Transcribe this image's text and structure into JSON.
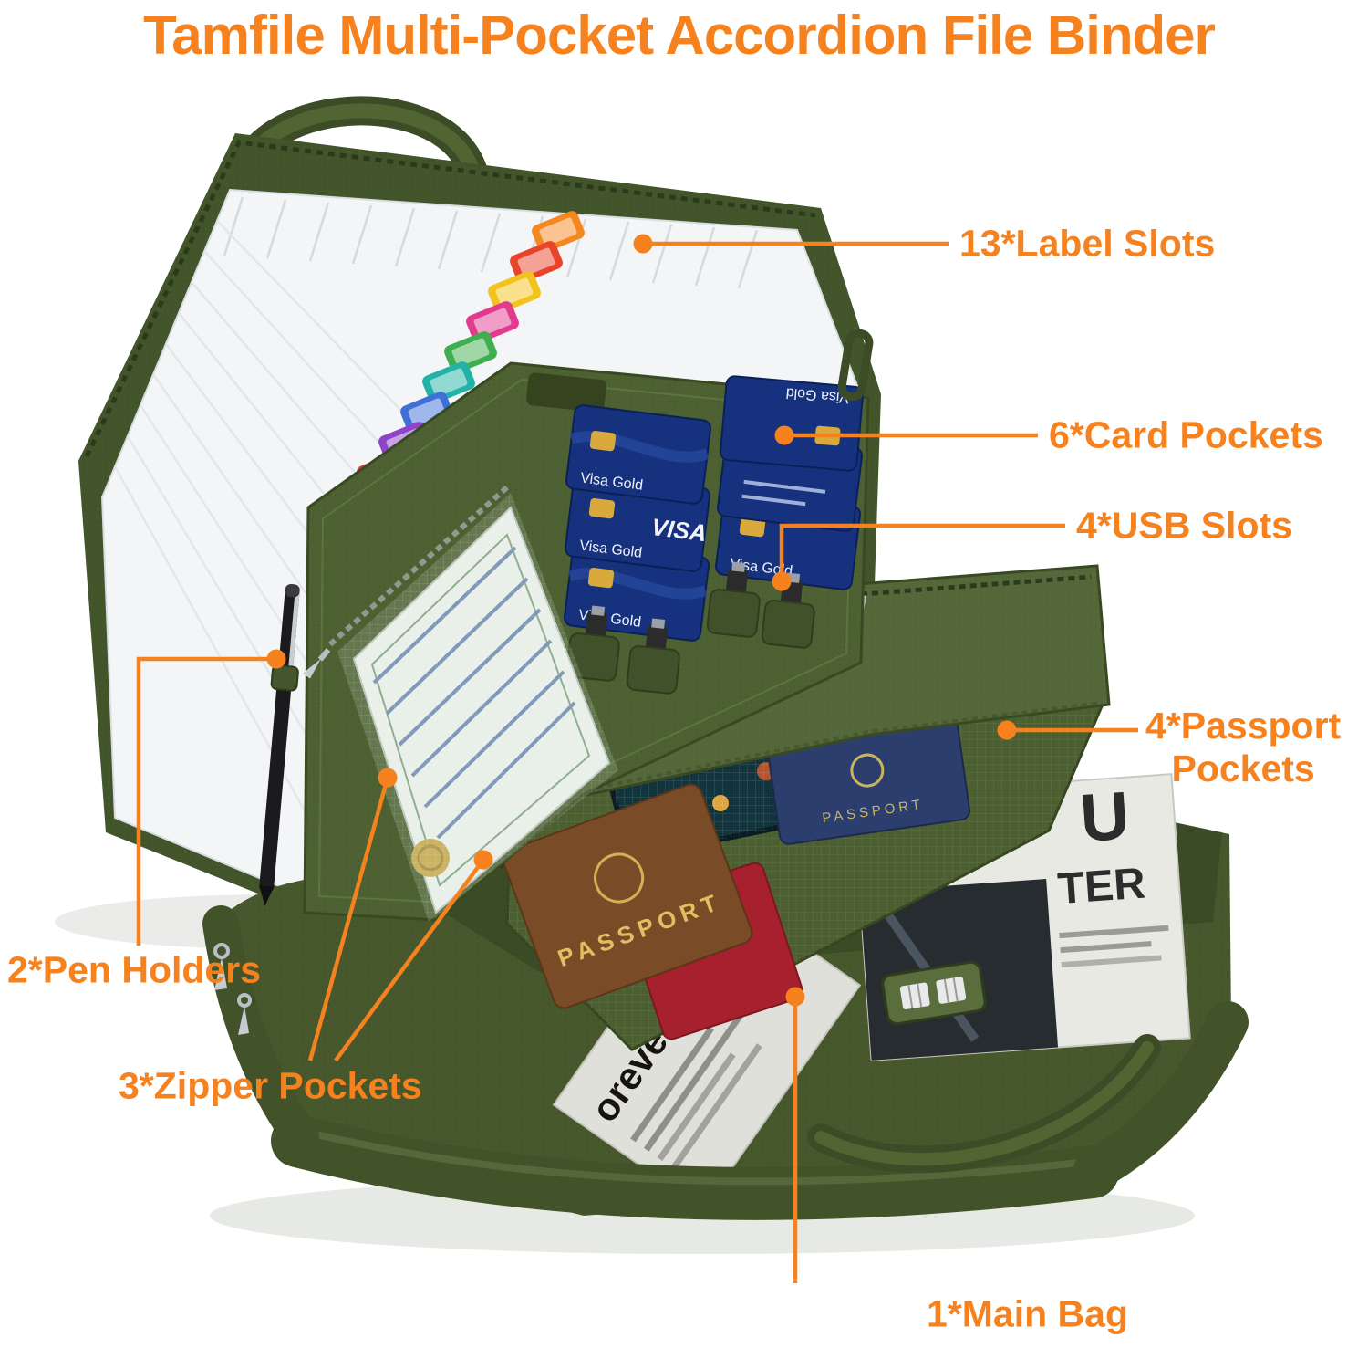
{
  "title": "Tamfile Multi-Pocket Accordion File Binder",
  "theme": {
    "accent_orange": "#F5821F",
    "binder_green": "#4D6132"
  },
  "callouts": {
    "label_slots": "13*Label Slots",
    "card_pockets": "6*Card Pockets",
    "usb_slots": "4*USB Slots",
    "passport_line1": "4*Passport",
    "passport_line2": "Pockets",
    "pen_holders": "2*Pen Holders",
    "zipper_pockets": "3*Zipper Pockets",
    "main_bag": "1*Main Bag"
  },
  "product": {
    "card_label": "Visa Gold",
    "card_brand": "VISA",
    "passport_label": "PASSPORT",
    "magazine_letter_1": "U",
    "magazine_letter_2": "TER",
    "magazine_word": "orever",
    "tab_colors": [
      "#F5871F",
      "#E8442C",
      "#F2C31C",
      "#E13A8E",
      "#3FAE4E",
      "#22B3A6",
      "#3F6FD8",
      "#8E44C8",
      "#D84040"
    ]
  }
}
